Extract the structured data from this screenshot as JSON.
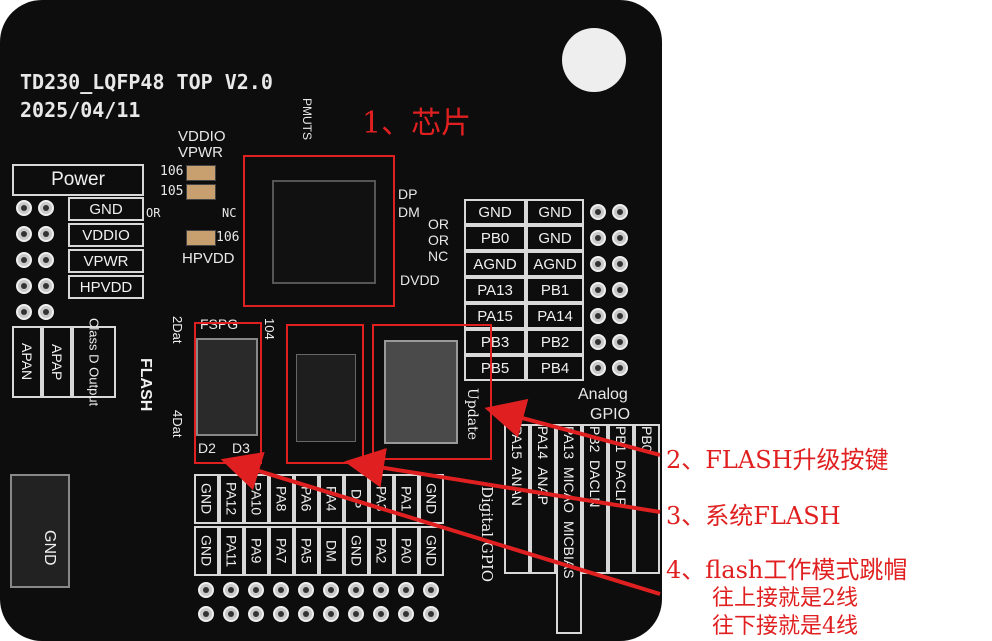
{
  "board": {
    "model": "TD230_LQFP48 TOP V2.0",
    "date": "2025/04/11",
    "power_header": "Power",
    "power_rows": [
      "GND",
      "VDDIO",
      "VPWR",
      "HPVDD"
    ],
    "output_labels": [
      "APAN",
      "APAP",
      "Class D Output"
    ],
    "vddio_label": "VDDIO",
    "vpwr_label": "VPWR",
    "hpvdd_label": "HPVDD",
    "res_labels": [
      "106",
      "105",
      "106"
    ],
    "or_label": "OR",
    "nc_label": "NC",
    "pmuts_label": "PMUTS",
    "dp_label": "DP",
    "dm_label": "DM",
    "or2_label": "OR",
    "or3_label": "OR",
    "nc2_label": "NC",
    "dvdd_label": "DVDD",
    "fspg_label": "FSPG",
    "dot2_label": "2Dat",
    "dot4_label": "4Dat",
    "flash_side_label": "FLASH",
    "d2_label": "D2",
    "d3_label": "D3",
    "cap_label": "104",
    "update_label": "Update",
    "analog_label": "Analog",
    "gpio_label": "GPIO",
    "gnd_corner_label": "GND",
    "digital_gpio_label": "Digital GPIO",
    "right_grid": [
      [
        "GND",
        "GND"
      ],
      [
        "PB0",
        "GND"
      ],
      [
        "AGND",
        "AGND"
      ],
      [
        "PA13",
        "PB1"
      ],
      [
        "PA15",
        "PA14"
      ],
      [
        "PB3",
        "PB2"
      ],
      [
        "PB5",
        "PB4"
      ]
    ],
    "analog_cols": [
      [
        "PA15",
        "ANAN"
      ],
      [
        "PA14",
        "ANAP"
      ],
      [
        "PA13",
        "MICAO"
      ],
      [
        "PB2",
        "DACLN"
      ],
      [
        "PB1",
        "DACLP"
      ],
      [
        "PB0",
        ""
      ]
    ],
    "micbias_label": "MICBIAS",
    "bottom_top_row": [
      "GND",
      "PA12",
      "PA10",
      "PA8",
      "PA6",
      "PA4",
      "DP",
      "PA3",
      "PA1",
      "GND"
    ],
    "bottom_bottom_row": [
      "GND",
      "PA11",
      "PA9",
      "PA7",
      "PA5",
      "DM",
      "GND",
      "PA2",
      "PA0",
      "GND"
    ]
  },
  "annotations": {
    "chip": "1、芯片",
    "flash_button": "2、FLASH升级按键",
    "system_flash": "3、系统FLASH",
    "jumper_line1": "4、flash工作模式跳帽",
    "jumper_line2": "往上接就是2线",
    "jumper_line3": "往下接就是4线"
  },
  "colors": {
    "board": "#0d0d0d",
    "silk": "#e8e8e8",
    "annotation_red": "#e02020"
  }
}
